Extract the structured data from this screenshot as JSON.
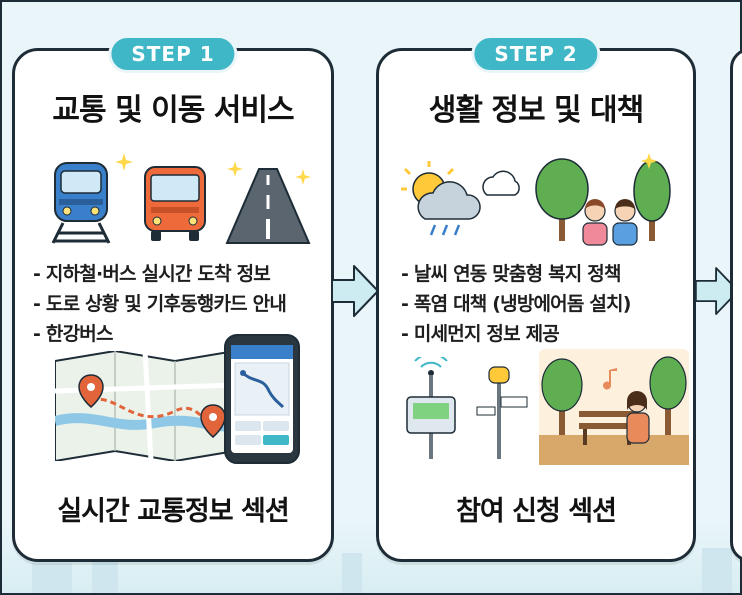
{
  "colors": {
    "accent": "#3fb7c7",
    "border": "#1d2c36",
    "background": "#e9f5f8",
    "arrow": "#cdecf2"
  },
  "steps": [
    {
      "badge": "STEP 1",
      "title": "교통 및 이동 서비스",
      "bullets": [
        "- 지하철·버스 실시간 도착 정보",
        "- 도로 상황 및 기후동행카드 안내",
        "- 한강버스"
      ],
      "section_label": "실시간 교통정보 섹션",
      "icons": [
        "subway-train-icon",
        "bus-icon",
        "road-icon",
        "map-icon",
        "smartphone-navigation-icon"
      ]
    },
    {
      "badge": "STEP 2",
      "title": "생활 정보 및 대책",
      "bullets": [
        "- 날씨 연동 맞춤형 복지 정책",
        "- 폭염 대책 (냉방에어돔 설치)",
        "- 미세먼지 정보 제공"
      ],
      "section_label": "참여 신청 섹션",
      "icons": [
        "weather-sun-cloud-icon",
        "park-people-icon",
        "air-quality-sensor-icon",
        "park-bench-icon"
      ]
    }
  ]
}
